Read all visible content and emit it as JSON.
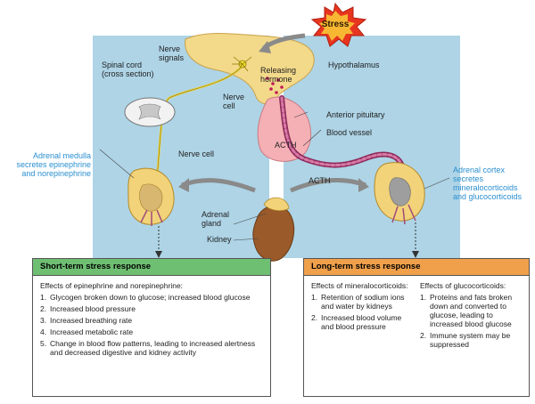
{
  "labels": {
    "stress": "Stress",
    "nerve_signals": "Nerve signals",
    "spinal_cord": "Spinal cord (cross section)",
    "releasing_hormone": "Releasing hormone",
    "hypothalamus": "Hypothalamus",
    "nerve_cell_top": "Nerve cell",
    "anterior_pituitary": "Anterior pituitary",
    "acth_pituitary": "ACTH",
    "blood_vessel": "Blood vessel",
    "nerve_cell_mid": "Nerve cell",
    "acth_vessel": "ACTH",
    "adrenal_medulla": "Adrenal medulla secretes epinephrine and norepinephrine",
    "adrenal_cortex": "Adrenal cortex secretes mineralocorticoids and glucocorticoids",
    "adrenal_gland": "Adrenal gland",
    "kidney": "Kidney"
  },
  "short_term": {
    "title": "Short-term stress response",
    "intro": "Effects of epinephrine and norepinephrine:",
    "items": [
      {
        "num": "1.",
        "text": "Glycogen broken down to glucose; increased blood glucose"
      },
      {
        "num": "2.",
        "text": "Increased blood pressure"
      },
      {
        "num": "3.",
        "text": "Increased breathing rate"
      },
      {
        "num": "4.",
        "text": "Increased metabolic rate"
      },
      {
        "num": "5.",
        "text": "Change in blood flow patterns, leading to increased alertness and decreased digestive and kidney activity"
      }
    ]
  },
  "long_term": {
    "title": "Long-term stress response",
    "left_intro": "Effects of mineralocorticoids:",
    "left_items": [
      {
        "num": "1.",
        "text": "Retention of sodium ions and water by kidneys"
      },
      {
        "num": "2.",
        "text": "Increased blood volume and blood pressure"
      }
    ],
    "right_intro": "Effects of glucocorticoids:",
    "right_items": [
      {
        "num": "1.",
        "text": "Proteins and fats broken down and converted to glucose, leading to increased blood glucose"
      },
      {
        "num": "2.",
        "text": "Immune system may be suppressed"
      }
    ]
  },
  "colors": {
    "panel": "#aed4e6",
    "short_header": "#6fbf73",
    "long_header": "#f0a04b",
    "gland": "#f2d37a",
    "callout": "#2a8fd0"
  }
}
